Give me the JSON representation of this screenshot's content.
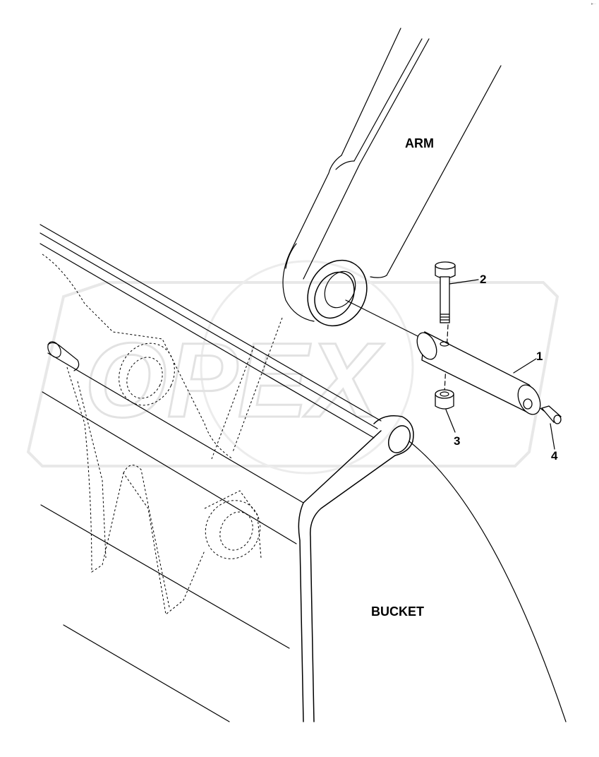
{
  "labels": {
    "arm": "ARM",
    "bucket": "BUCKET"
  },
  "watermark": {
    "text": "OPEX",
    "color": "#e2e2e2"
  },
  "callouts": [
    {
      "number": "1",
      "part": "pin"
    },
    {
      "number": "2",
      "part": "bolt"
    },
    {
      "number": "3",
      "part": "nut"
    },
    {
      "number": "4",
      "part": "grease-fitting"
    }
  ],
  "icons": {
    "corner_mark": "corner-mark-icon"
  }
}
